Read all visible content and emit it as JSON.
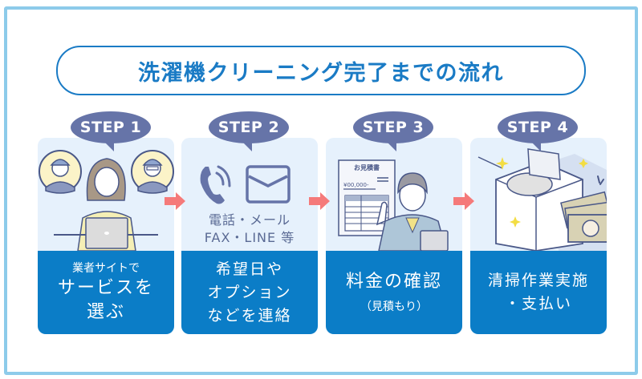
{
  "title": "洗濯機クリーニング完了までの流れ",
  "colors": {
    "frame": "#8dcbea",
    "accent_blue": "#0b7dc7",
    "title_blue": "#1a7bc5",
    "bubble": "#6674a8",
    "card_bg": "#e6f1fc",
    "arrow": "#f57a7a"
  },
  "steps": [
    {
      "badge": "STEP 1",
      "illustration": "woman-with-laptop-and-workers-icon",
      "lines": [
        "業者サイトで",
        "サービスを",
        "選ぶ"
      ]
    },
    {
      "badge": "STEP 2",
      "illustration": "phone-and-mail-icon",
      "contact_lines": [
        "電話・メール",
        "FAX・LINE 等"
      ],
      "lines": [
        "希望日や",
        "オプション",
        "などを連絡"
      ]
    },
    {
      "badge": "STEP 3",
      "illustration": "worker-with-estimate-icon",
      "estimate": {
        "heading": "お見積書",
        "amount": "¥00,000-"
      },
      "lines": [
        "料金の確認",
        "（見積もり）"
      ]
    },
    {
      "badge": "STEP 4",
      "illustration": "washing-machine-and-money-icon",
      "lines": [
        "清掃作業実施",
        "・支払い"
      ]
    }
  ]
}
